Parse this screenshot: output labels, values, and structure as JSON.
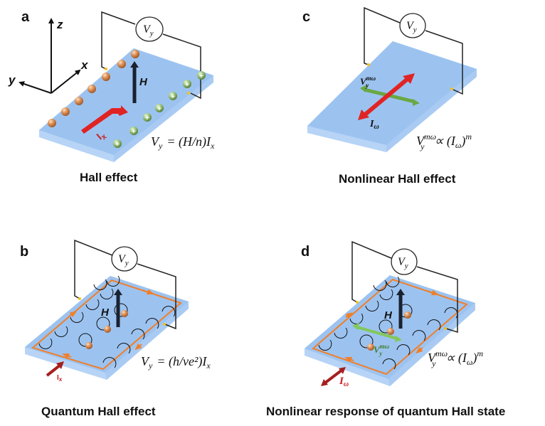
{
  "colors": {
    "slab_top": "#9cc3f0",
    "slab_side": "#b7d4f6",
    "wire": "#222222",
    "current_arrow": "#e02424",
    "current_arrow_dark": "#9b1b1b",
    "voltage_arrow": "#6aa843",
    "edge_channel": "#f07f2a",
    "electron": "#d98a4e",
    "hole": "#8fb86a",
    "contact": "#f2c21a"
  },
  "panels": [
    {
      "id": "a",
      "letter": "a",
      "caption": "Hall effect",
      "voltmeter": "V",
      "voltmeter_sub": "y",
      "axes": {
        "z": "z",
        "x": "x",
        "y": "y"
      },
      "field_label": "H",
      "current_label": "I",
      "current_sub": "x",
      "equation": {
        "lhs": "V",
        "lhs_sub": "y",
        "rhs": "= (H/n)I",
        "rhs_sub": "x"
      }
    },
    {
      "id": "b",
      "letter": "b",
      "caption": "Quantum Hall effect",
      "voltmeter": "V",
      "voltmeter_sub": "y",
      "field_label": "H",
      "current_label": "I",
      "current_sub": "x",
      "equation": {
        "lhs": "V",
        "lhs_sub": "y",
        "rhs": "= (h/ve²)I",
        "rhs_sub": "x"
      }
    },
    {
      "id": "c",
      "letter": "c",
      "caption": "Nonlinear Hall effect",
      "voltmeter": "V",
      "voltmeter_sub": "y",
      "voltage_label": "V",
      "voltage_sup": "mω",
      "voltage_sub": "y",
      "current_label": "I",
      "current_sub": "ω",
      "equation": {
        "lhs": "V",
        "lhs_sup": "mω",
        "lhs_sub": "y",
        "rhs": "∝ (I",
        "rhs_sub": "ω",
        "rhs_tail": ")",
        "rhs_sup": "m"
      }
    },
    {
      "id": "d",
      "letter": "d",
      "caption": "Nonlinear response of quantum Hall state",
      "voltmeter": "V",
      "voltmeter_sub": "y",
      "field_label": "H",
      "voltage_label": "V",
      "voltage_sup": "mω",
      "voltage_sub": "y",
      "current_label": "I",
      "current_sub": "ω",
      "equation": {
        "lhs": "V",
        "lhs_sup": "mω",
        "lhs_sub": "y",
        "rhs": "∝ (I",
        "rhs_sub": "ω",
        "rhs_tail": ")",
        "rhs_sup": "m"
      }
    }
  ]
}
